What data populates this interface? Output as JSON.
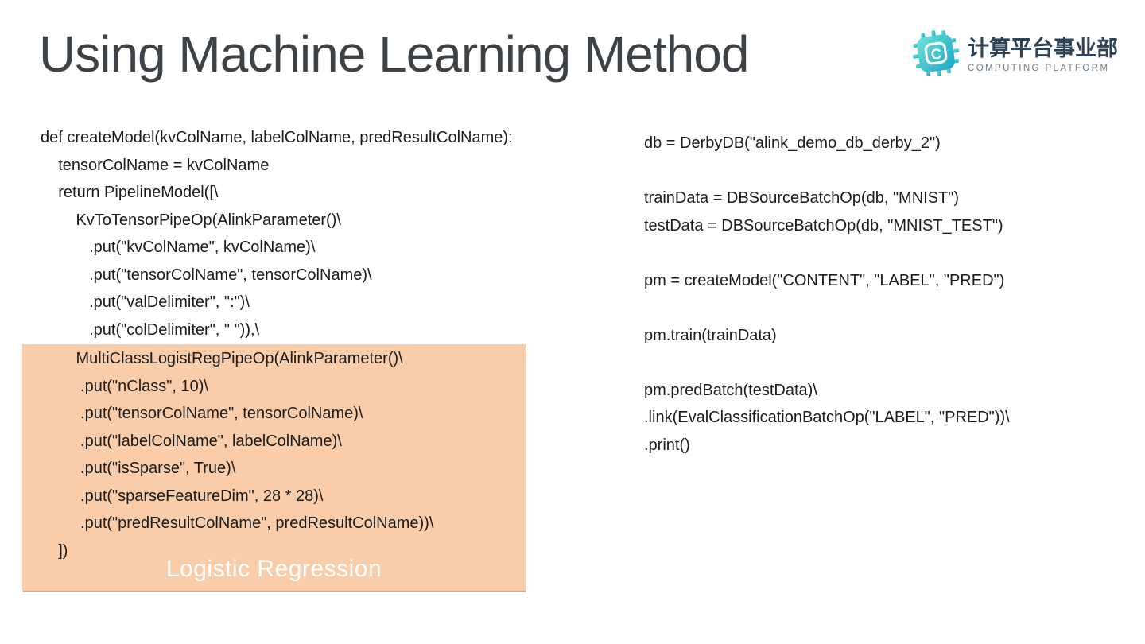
{
  "title": "Using Machine Learning Method",
  "logo": {
    "icon": "chip-c-logo",
    "chinese": "计算平台事业部",
    "english": "COMPUTING PLATFORM"
  },
  "colors": {
    "title_text": "#3d4247",
    "code_text": "#1b1b1b",
    "highlight_fill": "#f9cda9",
    "highlight_caption": "#ffffff",
    "logo_teal_light": "#6fe3d4",
    "logo_teal_dark": "#1ca5c9",
    "logo_chinese_text": "#2e4357",
    "logo_english_text": "#6e7a86"
  },
  "code": {
    "left_top": "def createModel(kvColName, labelColName, predResultColName):\n    tensorColName = kvColName\n    return PipelineModel([\\\n        KvToTensorPipeOp(AlinkParameter()\\\n           .put(\"kvColName\", kvColName)\\\n           .put(\"tensorColName\", tensorColName)\\\n           .put(\"valDelimiter\", \":\")\\\n           .put(\"colDelimiter\", \" \")),\\",
    "highlighted": "        MultiClassLogistRegPipeOp(AlinkParameter()\\\n         .put(\"nClass\", 10)\\\n         .put(\"tensorColName\", tensorColName)\\\n         .put(\"labelColName\", labelColName)\\\n         .put(\"isSparse\", True)\\\n         .put(\"sparseFeatureDim\", 28 * 28)\\\n         .put(\"predResultColName\", predResultColName))\\\n    ])",
    "caption": "Logistic Regression",
    "right": "db = DerbyDB(\"alink_demo_db_derby_2\")\n\ntrainData = DBSourceBatchOp(db, \"MNIST\")\ntestData = DBSourceBatchOp(db, \"MNIST_TEST\")\n\npm = createModel(\"CONTENT\", \"LABEL\", \"PRED\")\n\npm.train(trainData)\n\npm.predBatch(testData)\\\n.link(EvalClassificationBatchOp(\"LABEL\", \"PRED\"))\\\n.print()"
  }
}
